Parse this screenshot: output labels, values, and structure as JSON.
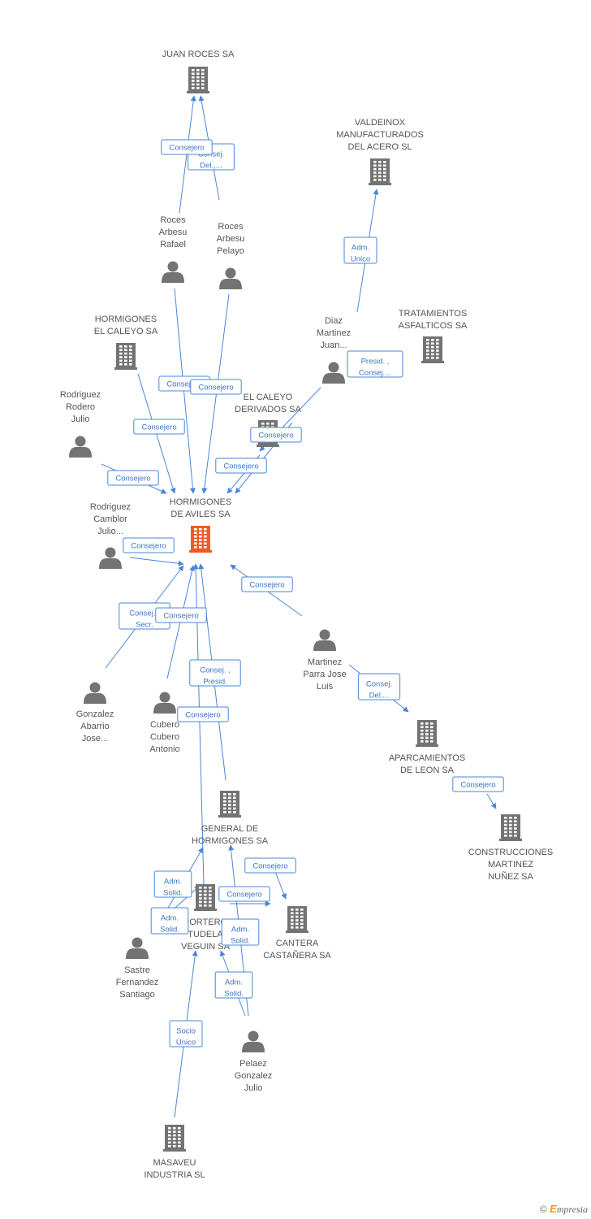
{
  "colors": {
    "edge": "#4a86d8",
    "edge_text": "#3b74c4",
    "node_gray": "#737373",
    "node_focus": "#f05a28",
    "label": "#555555"
  },
  "nodes": [
    {
      "id": "juan_roces",
      "type": "company",
      "lines": [
        "JUAN ROCES SA"
      ],
      "icon": "building-icon"
    },
    {
      "id": "valdeinox",
      "type": "company",
      "lines": [
        "VALDEINOX",
        "MANUFACTURADOS",
        "DEL ACERO SL"
      ],
      "icon": "building-icon"
    },
    {
      "id": "roces_rafael",
      "type": "person",
      "lines": [
        "Roces",
        "Arbesu",
        "Rafael"
      ],
      "icon": "person-icon"
    },
    {
      "id": "roces_pelayo",
      "type": "person",
      "lines": [
        "Roces",
        "Arbesu",
        "Pelayo"
      ],
      "icon": "person-icon"
    },
    {
      "id": "hormigones_caleyo",
      "type": "company",
      "lines": [
        "HORMIGONES",
        "EL CALEYO SA"
      ],
      "icon": "building-icon"
    },
    {
      "id": "diaz_martinez",
      "type": "person",
      "lines": [
        "Diaz",
        "Martinez",
        "Juan..."
      ],
      "icon": "person-icon"
    },
    {
      "id": "tratamientos",
      "type": "company",
      "lines": [
        "TRATAMIENTOS",
        "ASFALTICOS SA"
      ],
      "icon": "building-icon"
    },
    {
      "id": "rodriguez_julio",
      "type": "person",
      "lines": [
        "Rodriguez",
        "Rodero",
        "Julio"
      ],
      "icon": "person-icon"
    },
    {
      "id": "caleyo_derivados",
      "type": "company",
      "lines": [
        "EL CALEYO",
        "DERIVADOS SA"
      ],
      "icon": "building-icon"
    },
    {
      "id": "hormigones_aviles",
      "type": "company",
      "focus": true,
      "lines": [
        "HORMIGONES",
        "DE AVILES SA"
      ],
      "icon": "building-icon"
    },
    {
      "id": "rodriguez_camblor",
      "type": "person",
      "lines": [
        "Rodriguez",
        "Camblor",
        "Julio..."
      ],
      "icon": "person-icon"
    },
    {
      "id": "martinez_parra",
      "type": "person",
      "lines": [
        "Martinez",
        "Parra Jose",
        "Luis"
      ],
      "icon": "person-icon"
    },
    {
      "id": "gonzalez_abarrio",
      "type": "person",
      "lines": [
        "Gonzalez",
        "Abarrio",
        "Jose..."
      ],
      "icon": "person-icon"
    },
    {
      "id": "cubero",
      "type": "person",
      "lines": [
        "Cubero",
        "Cubero",
        "Antonio"
      ],
      "icon": "person-icon"
    },
    {
      "id": "aparcamientos",
      "type": "company",
      "lines": [
        "APARCAMIENTOS",
        "DE LEON SA"
      ],
      "icon": "building-icon"
    },
    {
      "id": "general_hormigones",
      "type": "company",
      "lines": [
        "GENERAL DE",
        "HORMIGONES SA"
      ],
      "icon": "building-icon"
    },
    {
      "id": "construcciones",
      "type": "company",
      "lines": [
        "CONSTRUCCIONES",
        "MARTINEZ",
        "NUÑEZ SA"
      ],
      "icon": "building-icon"
    },
    {
      "id": "portero",
      "type": "company",
      "lines": [
        "PORTERO",
        "TUDELA",
        "VEGUIN SA"
      ],
      "icon": "building-icon"
    },
    {
      "id": "cantera",
      "type": "company",
      "lines": [
        "CANTERA",
        "CASTAÑERA SA"
      ],
      "icon": "building-icon"
    },
    {
      "id": "sastre",
      "type": "person",
      "lines": [
        "Sastre",
        "Fernandez",
        "Santiago"
      ],
      "icon": "person-icon"
    },
    {
      "id": "pelaez",
      "type": "person",
      "lines": [
        "Pelaez",
        "Gonzalez",
        "Julio"
      ],
      "icon": "person-icon"
    },
    {
      "id": "masaveu",
      "type": "company",
      "lines": [
        "MASAVEU",
        "INDUSTRIA SL"
      ],
      "icon": "building-icon"
    }
  ],
  "edges": [
    {
      "id": "e1",
      "lines": [
        "Consej.",
        "Del.,..."
      ]
    },
    {
      "id": "e2",
      "lines": [
        "Consejero"
      ]
    },
    {
      "id": "e3",
      "lines": [
        "Adm.",
        "Unico"
      ]
    },
    {
      "id": "e4",
      "lines": [
        "Presid. ,",
        "Consej...."
      ]
    },
    {
      "id": "e5",
      "lines": [
        "Consejero"
      ]
    },
    {
      "id": "e6",
      "lines": [
        "Consejero"
      ]
    },
    {
      "id": "e7",
      "lines": [
        "Consejero"
      ]
    },
    {
      "id": "e8",
      "lines": [
        "Consejero"
      ]
    },
    {
      "id": "e9",
      "lines": [
        "Consejero"
      ]
    },
    {
      "id": "e10",
      "lines": [
        "Consejero"
      ]
    },
    {
      "id": "e11",
      "lines": [
        "Consejero"
      ]
    },
    {
      "id": "e12",
      "lines": [
        "Consejero"
      ]
    },
    {
      "id": "e13",
      "lines": [
        "Consej. ,",
        "Secr."
      ]
    },
    {
      "id": "e14",
      "lines": [
        "Consejero"
      ]
    },
    {
      "id": "e15",
      "lines": [
        "Consej. ,",
        "Presid."
      ]
    },
    {
      "id": "e16",
      "lines": [
        "Consejero"
      ]
    },
    {
      "id": "e17",
      "lines": [
        "Consej.",
        "Del...."
      ]
    },
    {
      "id": "e18",
      "lines": [
        "Consejero"
      ]
    },
    {
      "id": "e19",
      "lines": [
        "Consejero"
      ]
    },
    {
      "id": "e20",
      "lines": [
        "Adm.",
        "Solid."
      ]
    },
    {
      "id": "e21",
      "lines": [
        "Consejero"
      ]
    },
    {
      "id": "e22",
      "lines": [
        "Adm.",
        "Solid."
      ]
    },
    {
      "id": "e23",
      "lines": [
        "Adm.",
        "Solid."
      ]
    },
    {
      "id": "e24",
      "lines": [
        "Adm.",
        "Solid."
      ]
    },
    {
      "id": "e25",
      "lines": [
        "Socio",
        "Único"
      ]
    }
  ],
  "footer": {
    "copyright_symbol": "©",
    "brand_initial": "E",
    "brand_rest": "mpresia"
  }
}
